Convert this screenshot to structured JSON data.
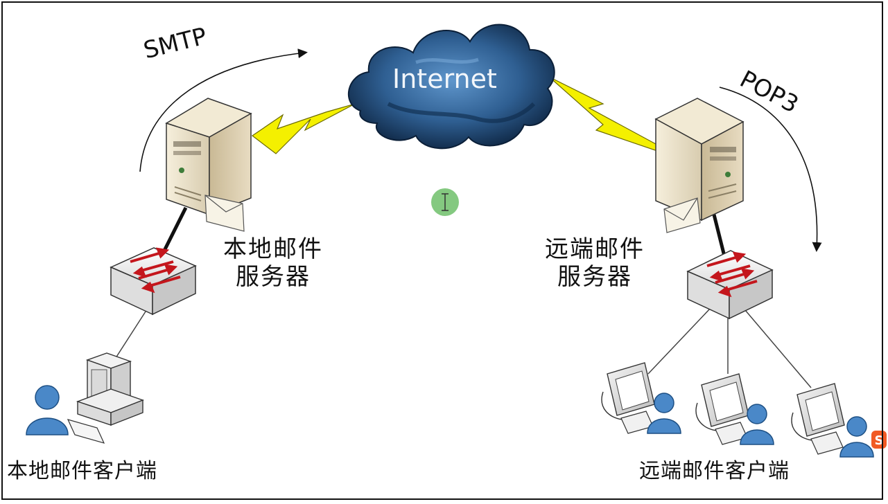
{
  "labels": {
    "smtp": "SMTP",
    "pop3": "POP3",
    "internet": "Internet",
    "local_server_line1": "本地邮件",
    "local_server_line2": "服务器",
    "remote_server_line1": "远端邮件",
    "remote_server_line2": "服务器",
    "local_client": "本地邮件客户端",
    "remote_client": "远端邮件客户端"
  },
  "cursor_icon": "text-cursor-icon",
  "tray_icon": "sogou-ime-icon",
  "colors": {
    "lightning": "#f4f000",
    "cloud_dark": "#102743",
    "cloud_light": "#4f86bd",
    "server_body": "#ede3cc",
    "switch_arrow": "#c4161c",
    "user_blue": "#4a88c8",
    "cursor_green": "#6fbf6a"
  }
}
